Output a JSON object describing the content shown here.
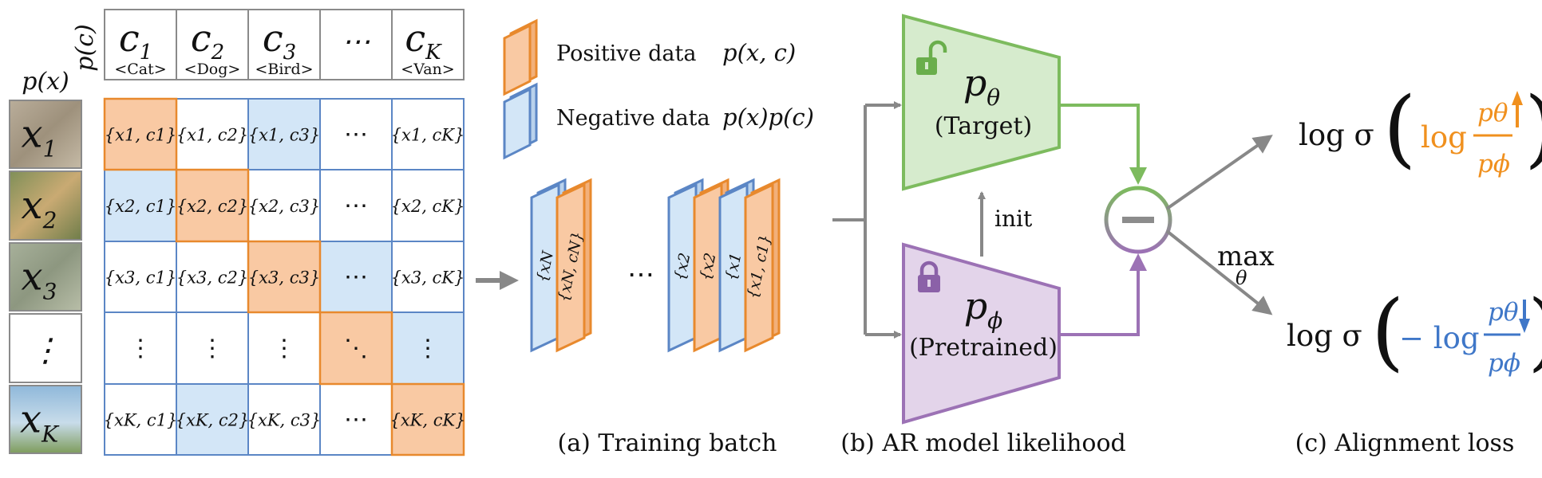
{
  "colors": {
    "positive_fill": "#f9c9a3",
    "positive_edge": "#e8892d",
    "negative_fill": "#d3e6f7",
    "negative_edge": "#5b86c5",
    "target_fill": "#d6ebcd",
    "target_edge": "#7dbb5e",
    "pretrained_fill": "#e3d4ea",
    "pretrained_edge": "#9c72b5",
    "arrow_gray": "#888888",
    "orange_text": "#f0901e",
    "blue_text": "#3f77c8"
  },
  "matrix": {
    "p_c_label": "p(c)",
    "p_x_label": "p(x)",
    "class_headers": [
      {
        "sym": "c",
        "sub": "1",
        "name": "<Cat>"
      },
      {
        "sym": "c",
        "sub": "2",
        "name": "<Dog>"
      },
      {
        "sym": "c",
        "sub": "3",
        "name": "<Bird>"
      },
      {
        "sym": "⋯",
        "sub": "",
        "name": ""
      },
      {
        "sym": "c",
        "sub": "K",
        "name": "<Van>"
      }
    ],
    "row_labels": [
      {
        "sym": "x",
        "sub": "1",
        "image": "cat-image"
      },
      {
        "sym": "x",
        "sub": "2",
        "image": "dog-image"
      },
      {
        "sym": "x",
        "sub": "3",
        "image": "bird-image"
      },
      {
        "sym": "⋮",
        "sub": "",
        "image": ""
      },
      {
        "sym": "x",
        "sub": "K",
        "image": "van-image"
      }
    ],
    "cells": [
      [
        "{x1, c1}",
        "{x1, c2}",
        "{x1, c3}",
        "⋯",
        "{x1, cK}"
      ],
      [
        "{x2, c1}",
        "{x2, c2}",
        "{x2, c3}",
        "⋯",
        "{x2, cK}"
      ],
      [
        "{x3, c1}",
        "{x3, c2}",
        "{x3, c3}",
        "⋯",
        "{x3, cK}"
      ],
      [
        "⋮",
        "⋮",
        "⋮",
        "⋱",
        "⋮"
      ],
      [
        "{xK, c1}",
        "{xK, c2}",
        "{xK, c3}",
        "⋯",
        "{xK, cK}"
      ]
    ],
    "cell_types": [
      [
        "pos",
        "none",
        "neg",
        "none",
        "none"
      ],
      [
        "neg",
        "pos",
        "none",
        "none",
        "none"
      ],
      [
        "none",
        "none",
        "pos",
        "neg",
        "none"
      ],
      [
        "none",
        "none",
        "none",
        "pos",
        "neg"
      ],
      [
        "none",
        "neg",
        "none",
        "none",
        "pos"
      ]
    ]
  },
  "legend": {
    "positive_label": "Positive data",
    "positive_formula": "p(x, c)",
    "negative_label": "Negative data",
    "negative_formula": "p(x)p(c)"
  },
  "batch": {
    "card_labels": [
      "{xN",
      "{xN, cN}",
      "{x2",
      "{x2",
      "{x1",
      "{x1, c1}"
    ],
    "ellipsis": "⋯",
    "caption": "(a) Training batch"
  },
  "model": {
    "target_symbol": "p",
    "target_sub": "θ",
    "target_label": "(Target)",
    "pretrained_symbol": "p",
    "pretrained_sub": "ϕ",
    "pretrained_label": "(Pretrained)",
    "init_label": "init",
    "caption": "(b) AR model likelihood"
  },
  "loss": {
    "top_prefix": "log σ",
    "top_inner": "log",
    "num": "pθ",
    "den": "pϕ",
    "bottom_prefix": "log σ",
    "bottom_inner": "− log",
    "max_label": "max",
    "max_sub": "θ",
    "caption": "(c) Alignment loss"
  }
}
